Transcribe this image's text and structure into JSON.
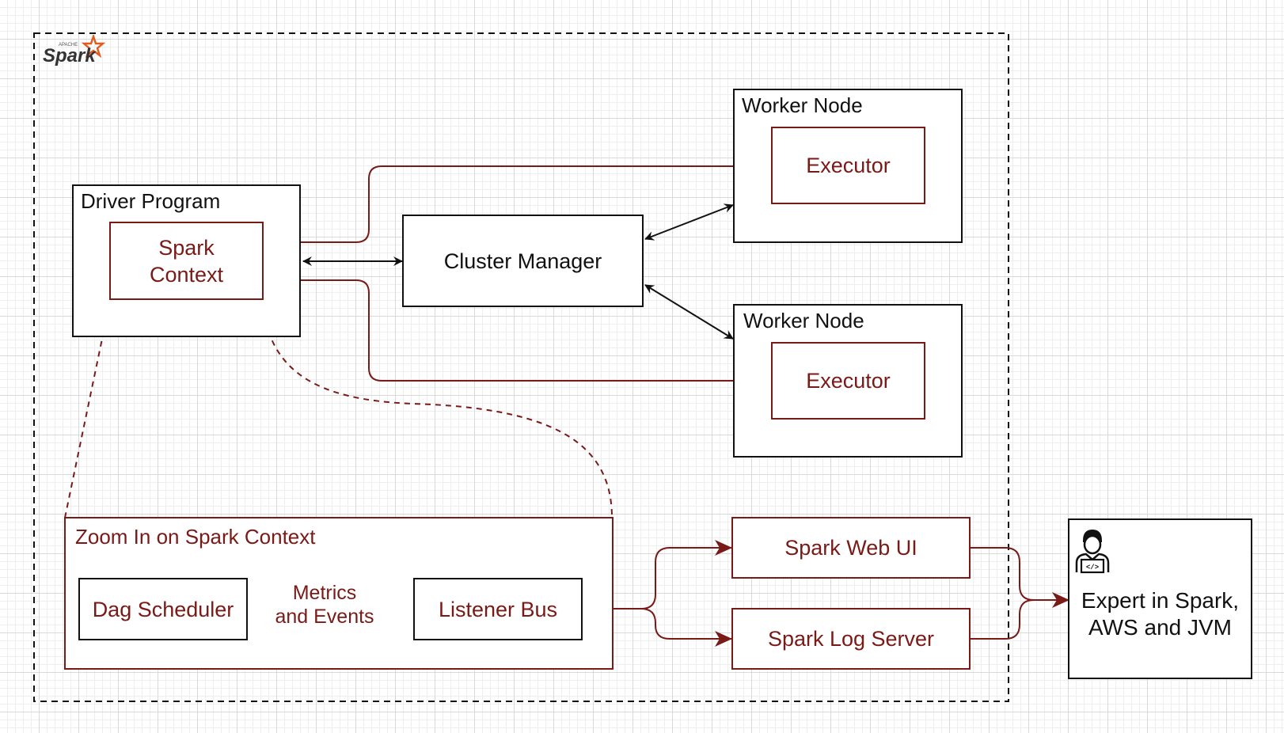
{
  "logo": {
    "brand": "Spark",
    "super": "APACHE"
  },
  "nodes": {
    "driver_program": "Driver Program",
    "spark_context": "Spark\nContext",
    "cluster_manager": "Cluster Manager",
    "worker_node_1": "Worker Node",
    "executor_1": "Executor",
    "worker_node_2": "Worker Node",
    "executor_2": "Executor",
    "zoom_in": "Zoom In on Spark Context",
    "dag_scheduler": "Dag Scheduler",
    "listener_bus": "Listener Bus",
    "spark_web_ui": "Spark Web UI",
    "spark_log_server": "Spark Log Server",
    "expert": "Expert in Spark,\nAWS and JVM"
  },
  "edges": {
    "metrics_events": "Metrics\nand Events"
  },
  "icons": {
    "expert": "developer-icon"
  },
  "colors": {
    "accent": "#7a1a17",
    "line": "#111111",
    "spark_orange": "#e25a1c"
  }
}
